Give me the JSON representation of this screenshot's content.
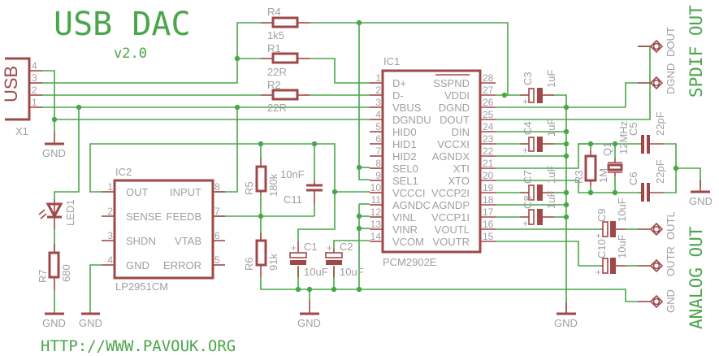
{
  "title": "USB DAC",
  "version": "v2.0",
  "url": "HTTP://WWW.PAVOUK.ORG",
  "colors": {
    "wire": "#4aa64a",
    "part": "#a04848",
    "label": "#a0a0a0",
    "title": "#4aa64a"
  },
  "sections": {
    "spdif": "SPDIF OUT",
    "analog": "ANALOG OUT"
  },
  "connector": {
    "name": "X1",
    "label": "USB",
    "pins": [
      "4",
      "3",
      "2",
      "1"
    ]
  },
  "ic1": {
    "name": "IC1",
    "part": "PCM2902E",
    "left_pins": [
      {
        "num": "1",
        "name": "D+"
      },
      {
        "num": "2",
        "name": "D-"
      },
      {
        "num": "3",
        "name": "VBUS"
      },
      {
        "num": "4",
        "name": "DGNDU"
      },
      {
        "num": "5",
        "name": "HID0"
      },
      {
        "num": "6",
        "name": "HID1"
      },
      {
        "num": "7",
        "name": "HID2"
      },
      {
        "num": "8",
        "name": "SEL0"
      },
      {
        "num": "9",
        "name": "SEL1"
      },
      {
        "num": "10",
        "name": "VCCCI"
      },
      {
        "num": "11",
        "name": "AGNDC"
      },
      {
        "num": "12",
        "name": "VINL"
      },
      {
        "num": "13",
        "name": "VINR"
      },
      {
        "num": "14",
        "name": "VCOM"
      }
    ],
    "right_pins": [
      {
        "num": "28",
        "name": "SSPND"
      },
      {
        "num": "27",
        "name": "VDDI"
      },
      {
        "num": "26",
        "name": "DGND"
      },
      {
        "num": "25",
        "name": "DOUT"
      },
      {
        "num": "24",
        "name": "DIN"
      },
      {
        "num": "23",
        "name": "VCCXI"
      },
      {
        "num": "22",
        "name": "AGNDX"
      },
      {
        "num": "21",
        "name": "XTI"
      },
      {
        "num": "20",
        "name": "XTO"
      },
      {
        "num": "19",
        "name": "VCCP2I"
      },
      {
        "num": "18",
        "name": "AGNDP"
      },
      {
        "num": "17",
        "name": "VCCP1I"
      },
      {
        "num": "16",
        "name": "VOUTL"
      },
      {
        "num": "15",
        "name": "VOUTR"
      }
    ]
  },
  "ic2": {
    "name": "IC2",
    "part": "LP2951CM",
    "left_pins": [
      {
        "num": "1",
        "name": "OUT"
      },
      {
        "num": "2",
        "name": "SENSE"
      },
      {
        "num": "3",
        "name": "SHDN"
      },
      {
        "num": "4",
        "name": "GND"
      }
    ],
    "right_pins": [
      {
        "num": "8",
        "name": "INPUT"
      },
      {
        "num": "7",
        "name": "FEEDB"
      },
      {
        "num": "6",
        "name": "VTAB"
      },
      {
        "num": "5",
        "name": "ERROR"
      }
    ]
  },
  "resistors": {
    "R4": {
      "name": "R4",
      "value": "1k5"
    },
    "R1": {
      "name": "R1",
      "value": "22R"
    },
    "R2": {
      "name": "R2",
      "value": "22R"
    },
    "R3": {
      "name": "R3",
      "value": "1M"
    },
    "R5": {
      "name": "R5",
      "value": "180k"
    },
    "R6": {
      "name": "R6",
      "value": "91k"
    },
    "R7": {
      "name": "R7",
      "value": "680"
    }
  },
  "capacitors": {
    "C1": {
      "name": "C1",
      "value": "10uF"
    },
    "C2": {
      "name": "C2",
      "value": "10uF"
    },
    "C3": {
      "name": "C3",
      "value": "1uF"
    },
    "C4": {
      "name": "C4",
      "value": "1uF"
    },
    "C5": {
      "name": "C5",
      "value": "22pF"
    },
    "C6": {
      "name": "C6",
      "value": "22pF"
    },
    "C7": {
      "name": "C7",
      "value": "1uF"
    },
    "C8": {
      "name": "C8",
      "value": "1uF"
    },
    "C9": {
      "name": "C9",
      "value": "10uF"
    },
    "C10": {
      "name": "C10",
      "value": "10uF"
    },
    "C11": {
      "name": "C11",
      "value": "10nF"
    }
  },
  "crystal": {
    "name": "Q1",
    "value": "12MHz"
  },
  "led": {
    "name": "LED1"
  },
  "connectors_out": {
    "dout": "DOUT",
    "dgnd": "DGND",
    "outl": "OUTL",
    "outr": "OUTR",
    "agnd": "GND"
  },
  "gnd_label": "GND",
  "plus_sign": "+"
}
